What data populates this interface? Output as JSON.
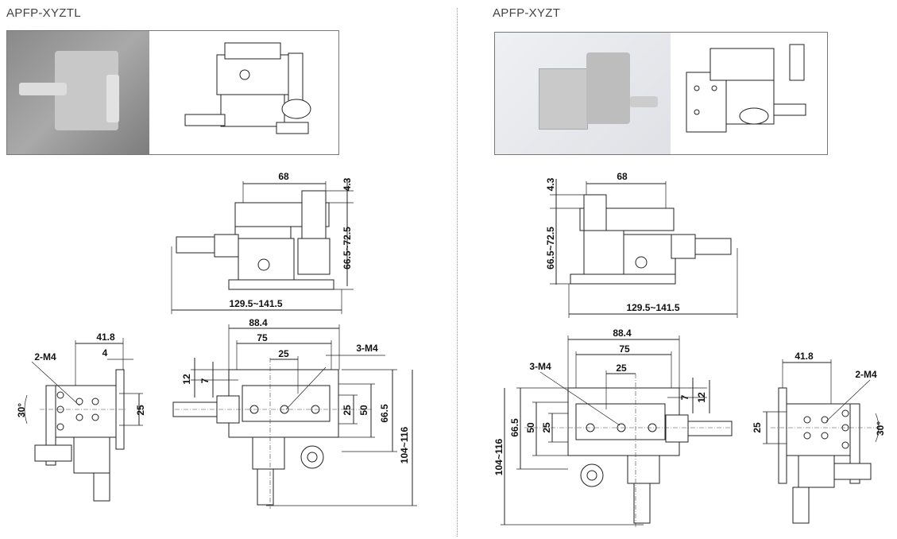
{
  "left": {
    "title": "APFP-XYZTL",
    "front_view": {
      "width": "68",
      "top_offset": "4.3",
      "height": "66.5~72.5",
      "total_length": "129.5~141.5"
    },
    "side_view": {
      "width": "41.8",
      "offset": "4",
      "holes": "2-M4",
      "angle": "30°",
      "spacing": "25"
    },
    "top_view": {
      "outer": "88.4",
      "inner": "75",
      "hole_pitch": "25",
      "holes": "3-M4",
      "slot_outer": "12",
      "slot_inner": "7",
      "v_pitch": "25",
      "v_50": "50",
      "v_66": "66.5",
      "total_height": "104~116"
    }
  },
  "right": {
    "title": "APFP-XYZT",
    "front_view": {
      "width": "68",
      "top_offset": "4.3",
      "height": "66.5~72.5",
      "total_length": "129.5~141.5"
    },
    "side_view": {
      "width": "41.8",
      "holes": "2-M4",
      "angle": "30°",
      "spacing": "25"
    },
    "top_view": {
      "outer": "88.4",
      "inner": "75",
      "hole_pitch": "25",
      "holes": "3-M4",
      "slot_outer": "12",
      "slot_inner": "7",
      "v_pitch": "25",
      "v_50": "50",
      "v_66": "66.5",
      "total_height": "104~116"
    }
  }
}
